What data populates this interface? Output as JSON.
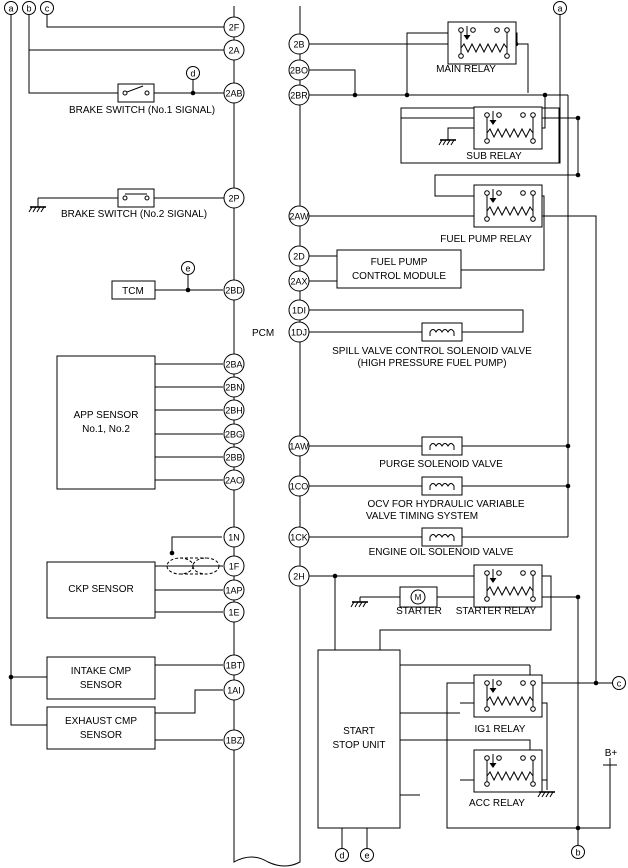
{
  "pcm": {
    "label": "PCM"
  },
  "refs": {
    "a": "a",
    "b": "b",
    "c": "c",
    "d": "d",
    "e": "e"
  },
  "pins_left": {
    "p2F": "2F",
    "p2A": "2A",
    "p2AB": "2AB",
    "p2P": "2P",
    "p2BD": "2BD",
    "p2BA": "2BA",
    "p2BN": "2BN",
    "p2BH": "2BH",
    "p2BG": "2BG",
    "p2BB": "2BB",
    "p2AO": "2AO",
    "p1N": "1N",
    "p1F": "1F",
    "p1AP": "1AP",
    "p1E": "1E",
    "p1BT": "1BT",
    "p1AI": "1AI",
    "p1BZ": "1BZ"
  },
  "pins_right": {
    "p2B": "2B",
    "p2BO": "2BO",
    "p2BR": "2BR",
    "p2AW": "2AW",
    "p2D": "2D",
    "p2AX": "2AX",
    "p1DI": "1DI",
    "p1DJ": "1DJ",
    "p1AW": "1AW",
    "p1CO": "1CO",
    "p1CK": "1CK",
    "p2H": "2H"
  },
  "components": {
    "brake_switch_1": "BRAKE SWITCH (No.1 SIGNAL)",
    "brake_switch_2": "BRAKE SWITCH (No.2 SIGNAL)",
    "tcm": "TCM",
    "app_sensor_1": "APP SENSOR",
    "app_sensor_2": "No.1, No.2",
    "ckp_sensor": "CKP SENSOR",
    "intake_cmp_1": "INTAKE CMP",
    "intake_cmp_2": "SENSOR",
    "exhaust_cmp_1": "EXHAUST CMP",
    "exhaust_cmp_2": "SENSOR",
    "main_relay": "MAIN RELAY",
    "sub_relay": "SUB RELAY",
    "fuel_pump_relay": "FUEL PUMP RELAY",
    "fuel_pump_cm_1": "FUEL PUMP",
    "fuel_pump_cm_2": "CONTROL MODULE",
    "spill_valve_1": "SPILL VALVE CONTROL SOLENOID VALVE",
    "spill_valve_2": "(HIGH PRESSURE FUEL PUMP)",
    "purge_valve": "PURGE SOLENOID VALVE",
    "ocv_1": "OCV FOR HYDRAULIC VARIABLE",
    "ocv_2": "VALVE TIMING SYSTEM",
    "oil_valve": "ENGINE OIL SOLENOID VALVE",
    "starter": "STARTER",
    "starter_relay": "STARTER RELAY",
    "ssu_1": "START",
    "ssu_2": "STOP UNIT",
    "ig1_relay": "IG1 RELAY",
    "acc_relay": "ACC RELAY",
    "battery": "B+"
  }
}
